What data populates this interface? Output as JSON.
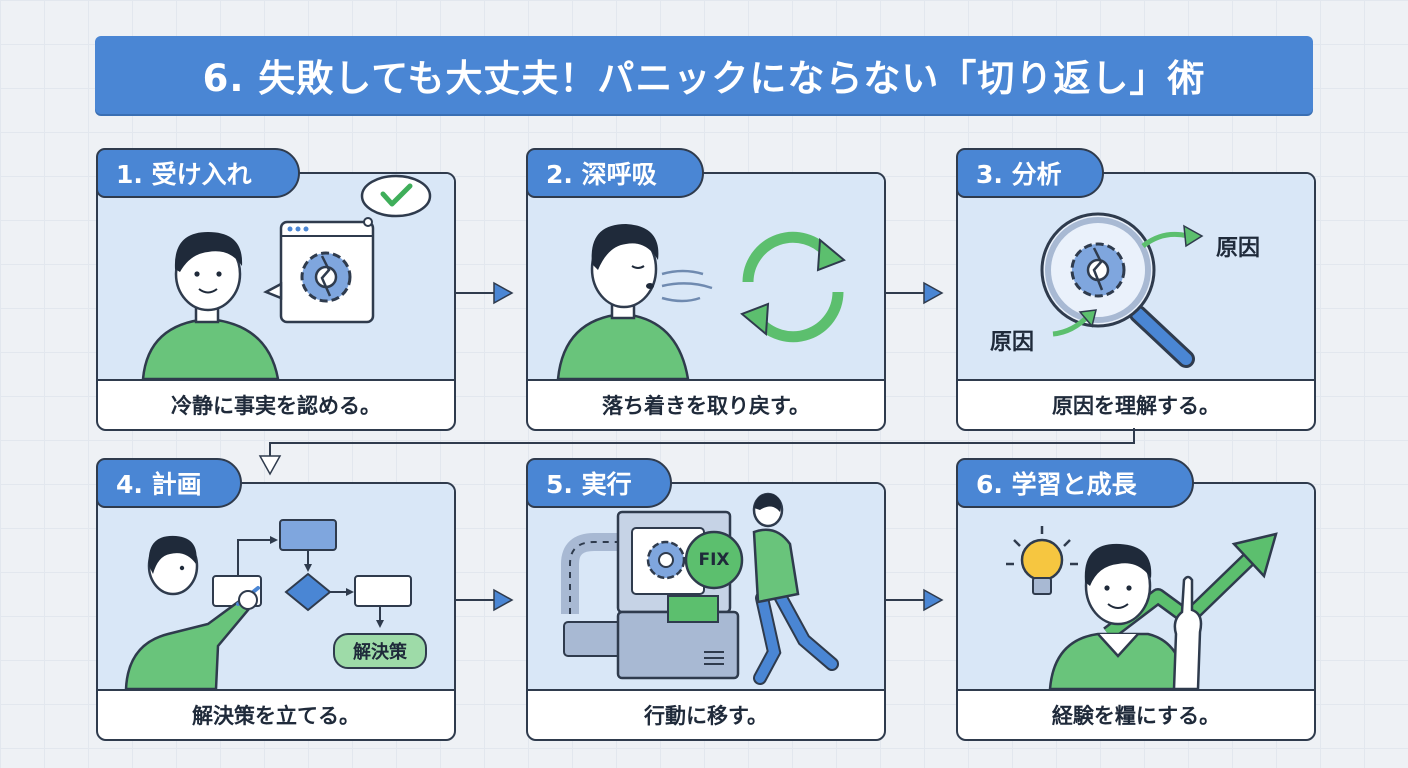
{
  "title": "6. 失敗しても大丈夫！パニックにならない「切り返し」術",
  "steps": [
    {
      "label": "1. 受け入れ",
      "caption": "冷静に事実を認める。"
    },
    {
      "label": "2. 深呼吸",
      "caption": "落ち着きを取り戻す。"
    },
    {
      "label": "3. 分析",
      "caption": "原因を理解する。"
    },
    {
      "label": "4. 計画",
      "caption": "解決策を立てる。"
    },
    {
      "label": "5. 実行",
      "caption": "行動に移す。"
    },
    {
      "label": "6. 学習と成長",
      "caption": "経験を糧にする。"
    }
  ],
  "analysis": {
    "cause_a": "原因",
    "cause_b": "原因"
  },
  "plan": {
    "solution": "解決策"
  },
  "execute": {
    "fix": "FIX"
  },
  "colors": {
    "primary": "#4a86d4",
    "panel": "#d9e7f7",
    "green": "#5cbf6e",
    "outline": "#2f3b4d"
  }
}
